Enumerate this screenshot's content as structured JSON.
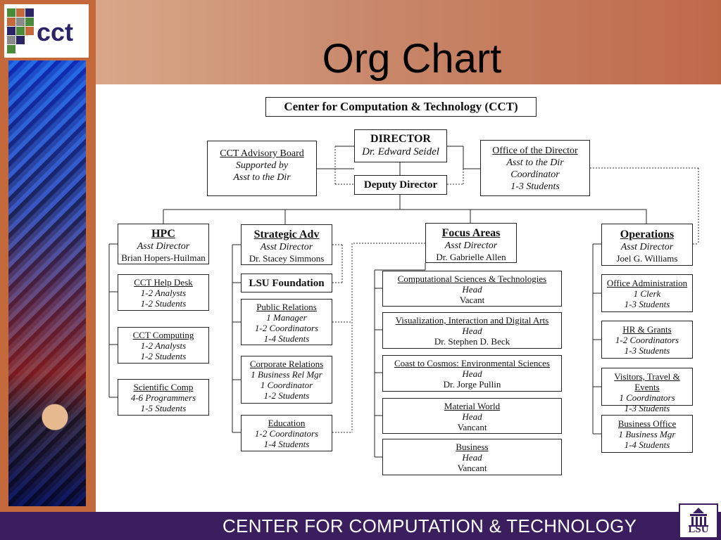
{
  "slide": {
    "title": "Org Chart",
    "footer": "CENTER FOR COMPUTATION & TECHNOLOGY",
    "logo_text": "cct",
    "lsu_text": "LSU"
  },
  "colors": {
    "footer_band": "#3b1e5e",
    "title_band": "#c8876a",
    "left_strip": "#c4693c",
    "logo": "#2b2466"
  },
  "org": {
    "header": "Center for Computation & Technology (CCT)",
    "director": {
      "title": "DIRECTOR",
      "name": "Dr. Edward Seidel"
    },
    "deputy": "Deputy Director",
    "advisory": {
      "title": "CCT Advisory Board",
      "l1": "Supported by",
      "l2": "Asst to the Dir"
    },
    "office": {
      "title": "Office of the Director",
      "l1": "Asst to the Dir",
      "l2": "Coordinator",
      "l3": "1-3 Students"
    },
    "hpc": {
      "title": "HPC",
      "role": "Asst Director",
      "name": "Brian Hopers-Huilman",
      "units": [
        {
          "title": "CCT Help Desk",
          "l1": "1-2 Analysts",
          "l2": "1-2 Students"
        },
        {
          "title": "CCT Computing",
          "l1": "1-2 Analysts",
          "l2": "1-2 Students"
        },
        {
          "title": "Scientific Comp",
          "l1": "4-6 Programmers",
          "l2": "1-5 Students"
        }
      ]
    },
    "strategic": {
      "title": "Strategic Adv",
      "role": "Asst Director",
      "name": "Dr. Stacey Simmons",
      "foundation": "LSU Foundation",
      "units": [
        {
          "title": "Public Relations",
          "l1": "1 Manager",
          "l2": "1-2 Coordinators",
          "l3": "1-4 Students"
        },
        {
          "title": "Corporate Relations",
          "l1": "1 Business Rel Mgr",
          "l2": "1 Coordinator",
          "l3": "1-2 Students"
        },
        {
          "title": "Education",
          "l1": "1-2 Coordinators",
          "l2": "1-4 Students"
        }
      ]
    },
    "focus": {
      "title": "Focus Areas",
      "role": "Asst Director",
      "name": "Dr. Gabrielle Allen",
      "units": [
        {
          "title": "Computational Sciences & Technologies",
          "role": "Head",
          "name": "Vacant"
        },
        {
          "title": "Visualization, Interaction and Digital Arts",
          "role": "Head",
          "name": "Dr. Stephen D. Beck"
        },
        {
          "title": "Coast to Cosmos: Environmental Sciences",
          "role": "Head",
          "name": "Dr. Jorge Pullin"
        },
        {
          "title": "Material World",
          "role": "Head",
          "name": "Vancant"
        },
        {
          "title": "Business",
          "role": "Head",
          "name": "Vancant"
        }
      ]
    },
    "operations": {
      "title": "Operations",
      "role": "Asst Director",
      "name": "Joel G. Williams",
      "units": [
        {
          "title": "Office Administration",
          "l1": "1 Clerk",
          "l2": "1-3 Students"
        },
        {
          "title": "HR & Grants",
          "l1": "1-2 Coordinators",
          "l2": "1-3 Students"
        },
        {
          "title": "Visitors, Travel & Events",
          "l1": "1 Coordinators",
          "l2": "1-3 Students"
        },
        {
          "title": "Business Office",
          "l1": "1 Business Mgr",
          "l2": "1-4 Students"
        }
      ]
    }
  }
}
